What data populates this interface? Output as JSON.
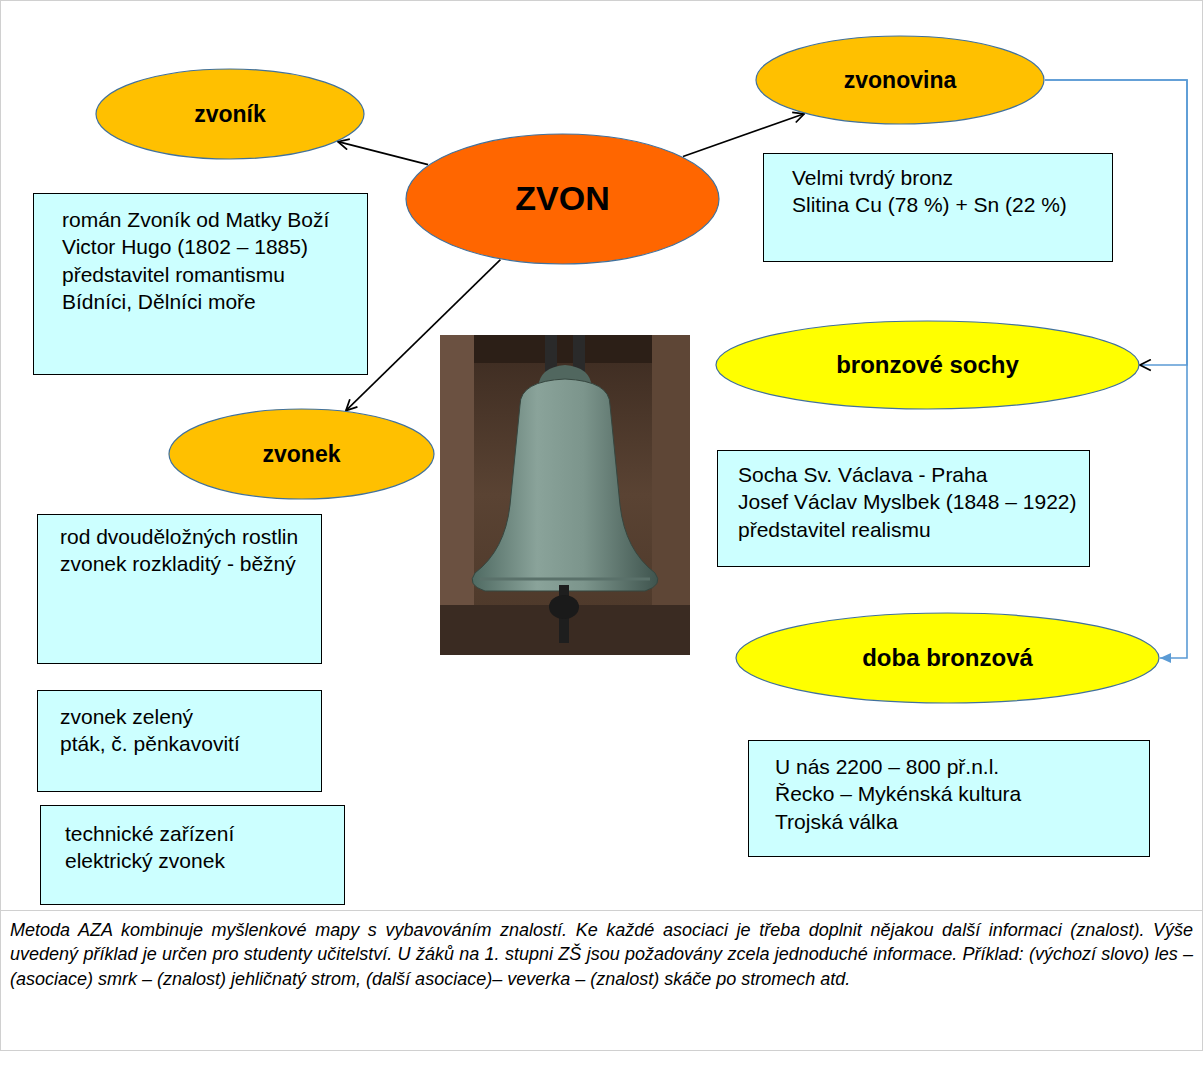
{
  "diagram": {
    "caption": "Metoda AZA kombinuje myšlenkové mapy s vybavováním znalostí. Ke každé asociaci je třeba doplnit nějakou další informaci (znalost). Výše uvedený příklad je určen pro studenty učitelství. U žáků na 1. stupni ZŠ jsou požadovány zcela jednoduché informace. Příklad: (výchozí slovo) les – (asociace) smrk – (znalost) jehličnatý strom, (další asociace)– veverka – (znalost) skáče po stromech atd.",
    "nodes": [
      {
        "text": [
          "ZVON"
        ]
      },
      {
        "text": [
          "zvoník"
        ]
      },
      {
        "text": [
          "román Zvoník od Matky Boží",
          "Victor Hugo (1802 – 1885)",
          "představitel romantismu",
          "Bídníci, Dělníci moře"
        ]
      },
      {
        "text": [
          "zvonek"
        ]
      },
      {
        "text": [
          "rod dvouděložných rostlin",
          "zvonek rozkladitý - běžný"
        ]
      },
      {
        "text": [
          "zvonek zelený",
          "pták, č. pěnkavovití"
        ]
      },
      {
        "text": [
          "technické zařízení",
          "elektrický zvonek"
        ]
      },
      {
        "text": [
          "zvonovina"
        ]
      },
      {
        "text": [
          "Velmi tvrdý bronz",
          "Slitina Cu (78 %) + Sn (22 %)"
        ]
      },
      {
        "text": [
          "bronzové sochy"
        ]
      },
      {
        "text": [
          "Socha Sv. Václava - Praha",
          "Josef Václav Myslbek (1848 – 1922) představitel realismu"
        ]
      },
      {
        "text": [
          "doba bronzová"
        ]
      },
      {
        "text": [
          "U nás 2200 – 800 př.n.l.",
          "Řecko – Mykénská kultura",
          "Trojská válka"
        ]
      }
    ],
    "edges": [
      {
        "from": 0,
        "to": 1,
        "arrow": "to"
      },
      {
        "from": 0,
        "to": 7,
        "arrow": "to"
      },
      {
        "from": 0,
        "to": 3,
        "arrow": "to"
      },
      {
        "from": 7,
        "to": 9,
        "arrow": "to"
      },
      {
        "from": 7,
        "to": 11,
        "arrow": "to"
      }
    ]
  }
}
